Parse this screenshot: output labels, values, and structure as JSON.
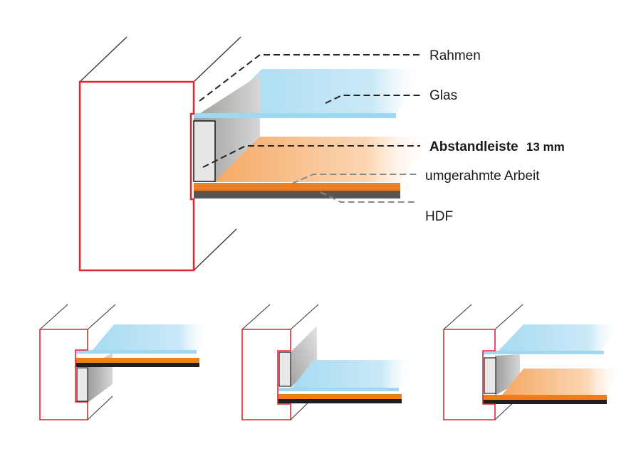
{
  "labels": {
    "rahmen": "Rahmen",
    "glas": "Glas",
    "abstandleiste": "Abstandleiste",
    "abstandleiste_size": "13 mm",
    "arbeit": "umgerahmte Arbeit",
    "hdf": "HDF"
  },
  "colors": {
    "frame": "#e3262b",
    "glass": "#9fd8f0",
    "artwork": "#f07d1a",
    "hdf": "#555555",
    "spacer": "#e6e6e6"
  },
  "variants": [
    {
      "id": "spacer-behind-artwork"
    },
    {
      "id": "spacer-between-glass-and-artwork-glass-at-back"
    },
    {
      "id": "double-spacer-glass-front"
    }
  ]
}
